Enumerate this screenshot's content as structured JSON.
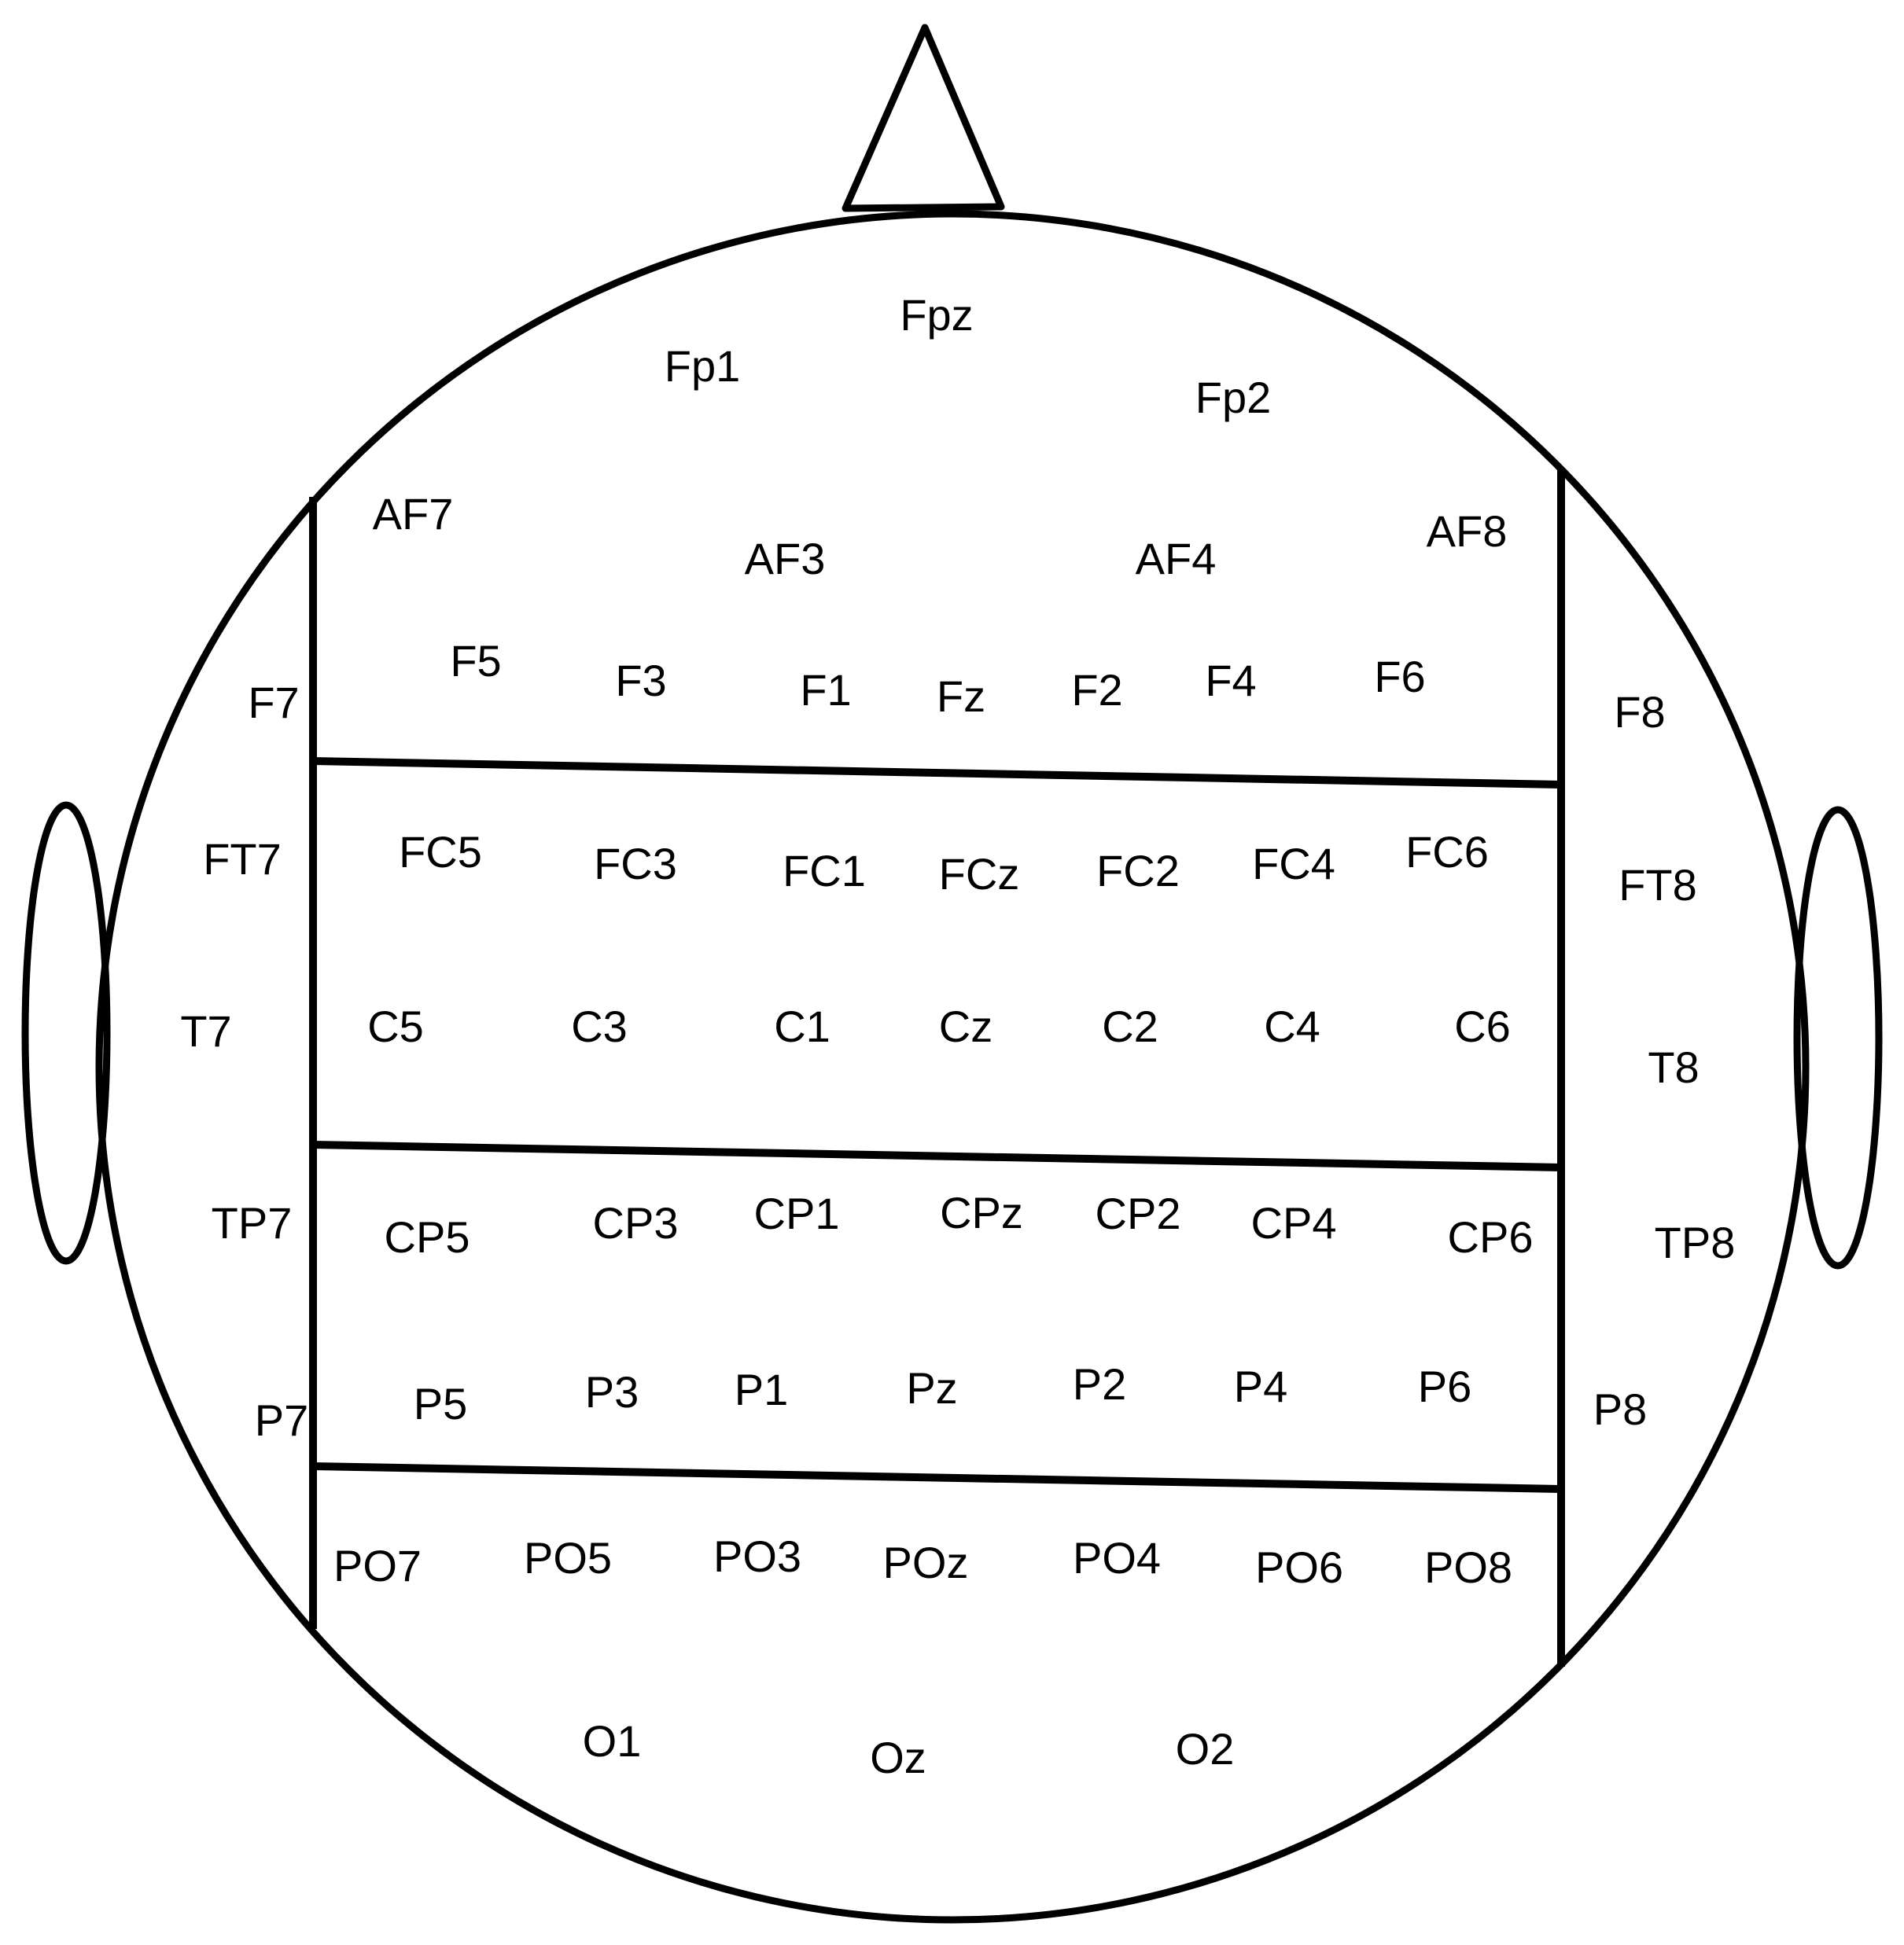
{
  "colors": {
    "line": "#000000",
    "text": "#000000",
    "background": "#ffffff"
  },
  "electrodes": {
    "prefrontal": [
      "Fpz",
      "Fp1",
      "Fp2"
    ],
    "anterior_frontal": [
      "AF7",
      "AF3",
      "AF4",
      "AF8"
    ],
    "frontal": [
      "F7",
      "F5",
      "F3",
      "F1",
      "Fz",
      "F2",
      "F4",
      "F6",
      "F8"
    ],
    "fronto_central": [
      "FT7",
      "FC5",
      "FC3",
      "FC1",
      "FCz",
      "FC2",
      "FC4",
      "FC6",
      "FT8"
    ],
    "central": [
      "T7",
      "C5",
      "C3",
      "C1",
      "Cz",
      "C2",
      "C4",
      "C6",
      "T8"
    ],
    "centro_parietal": [
      "TP7",
      "CP5",
      "CP3",
      "CP1",
      "CPz",
      "CP2",
      "CP4",
      "CP6",
      "TP8"
    ],
    "parietal": [
      "P7",
      "P5",
      "P3",
      "P1",
      "Pz",
      "P2",
      "P4",
      "P6",
      "P8"
    ],
    "parieto_occipital": [
      "PO7",
      "PO5",
      "PO3",
      "POz",
      "PO4",
      "PO6",
      "PO8"
    ],
    "occipital": [
      "O1",
      "Oz",
      "O2"
    ]
  }
}
